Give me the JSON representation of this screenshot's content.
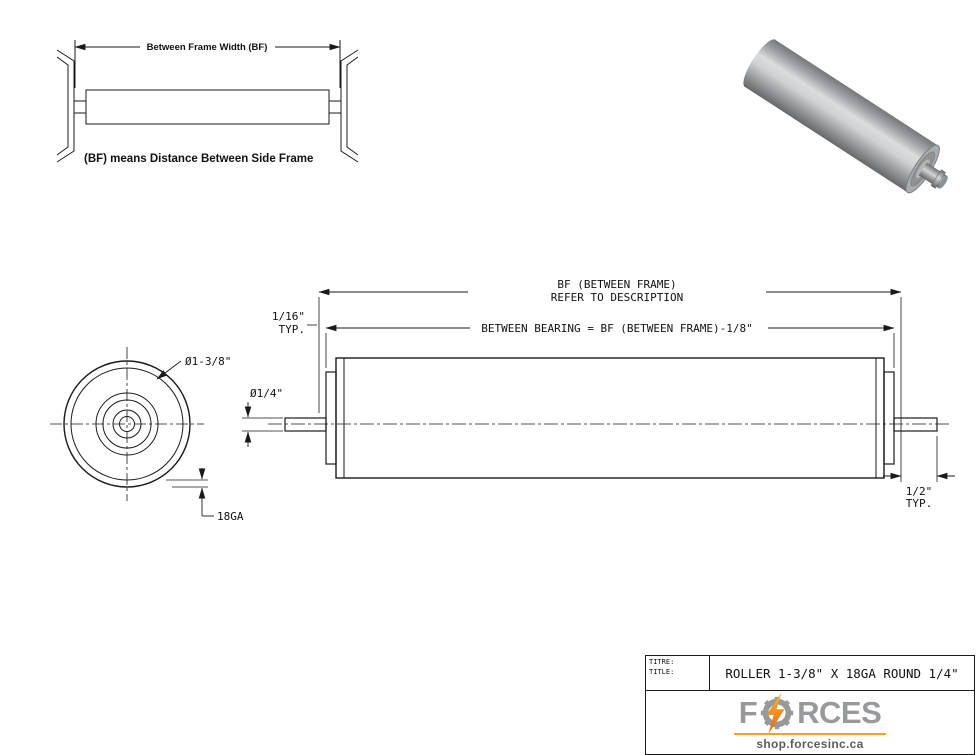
{
  "inset": {
    "dim_label": "Between Frame Width (BF)",
    "caption": "(BF) means Distance Between Side Frame"
  },
  "drawing": {
    "bf_label_line1": "BF (BETWEEN FRAME)",
    "bf_label_line2": "REFER TO DESCRIPTION",
    "between_bearing_label": "BETWEEN BEARING = BF (BETWEEN FRAME)-1/8\"",
    "gap_label_line1": "1/16\"",
    "gap_label_line2": "TYP.",
    "roller_dia_label": "Ø1-3/8\"",
    "shaft_dia_label": "Ø1/4\"",
    "gauge_label": "18GA",
    "shaft_ext_label_line1": "1/2\"",
    "shaft_ext_label_line2": "TYP."
  },
  "title_block": {
    "label_fr": "TITRE:",
    "label_en": "TITLE:",
    "drawing_title": "ROLLER 1-3/8\" X 18GA ROUND 1/4\""
  },
  "logo": {
    "left": "F",
    "right": "RCES",
    "website": "shop.forcesinc.ca"
  },
  "colors": {
    "line": "#1a1a1a",
    "logo_gray": "#97999b",
    "logo_orange": "#e8650d",
    "logo_gold": "#f2a71b"
  }
}
